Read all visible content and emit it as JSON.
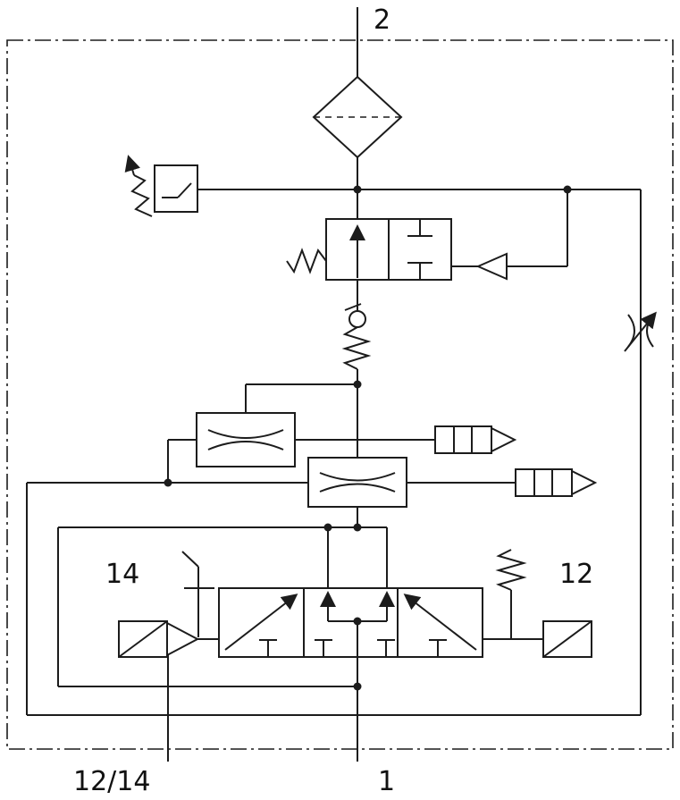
{
  "diagram": {
    "type": "pneumatic-circuit",
    "colors": {
      "line": "#1c1c1c",
      "background": "#ffffff",
      "text": "#111111"
    },
    "labels": {
      "port_top": "2",
      "pilot_left": "14",
      "pilot_right": "12",
      "port_bottom_left": "12/14",
      "port_bottom": "1"
    }
  }
}
